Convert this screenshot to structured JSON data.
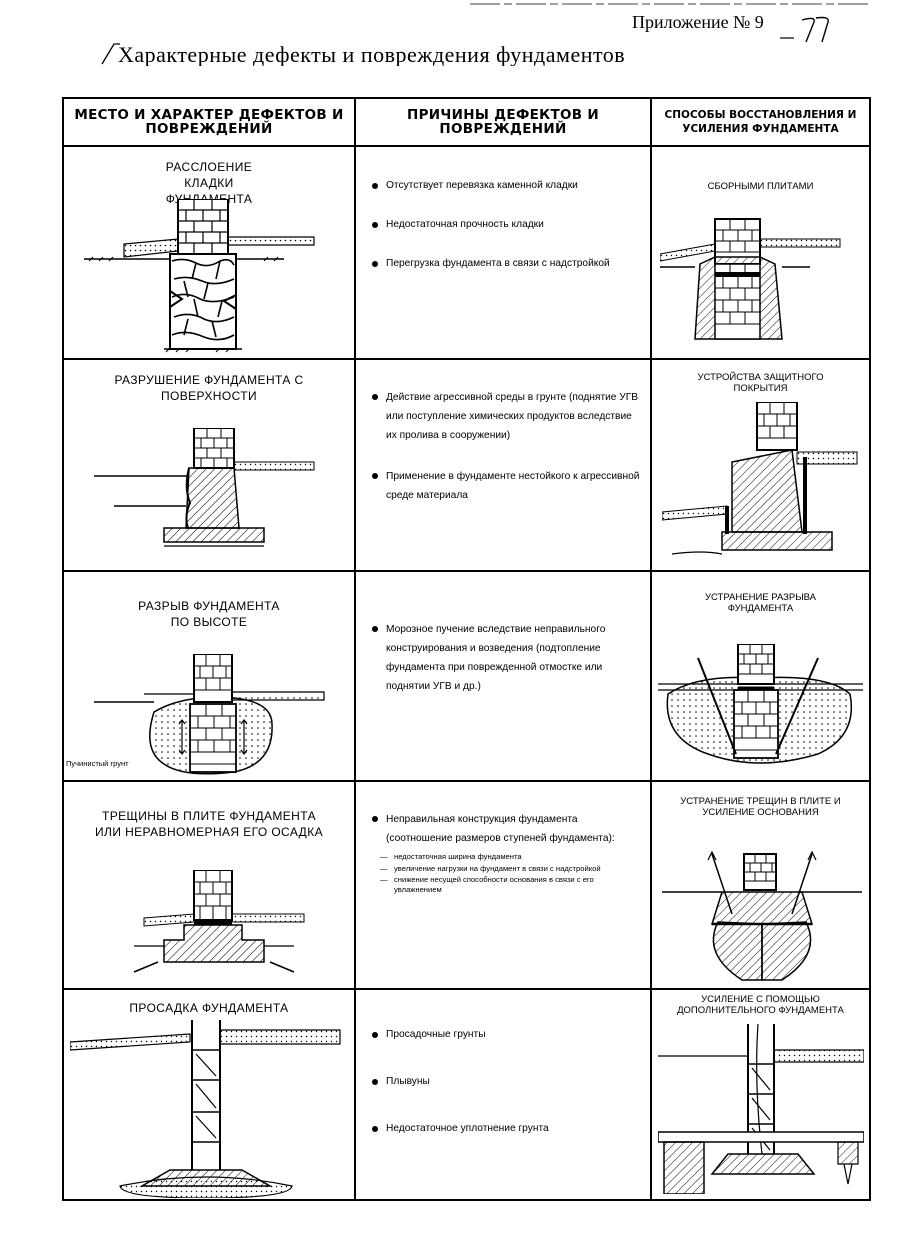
{
  "document": {
    "appendix_label": "Приложение № 9",
    "title": "Характерные дефекты и повреждения фундаментов"
  },
  "table": {
    "headers": [
      "МЕСТО И ХАРАКТЕР ДЕФЕКТОВ И ПОВРЕЖДЕНИЙ",
      "ПРИЧИНЫ ДЕФЕКТОВ И ПОВРЕЖДЕНИЙ",
      "СПОСОБЫ ВОССТАНОВЛЕНИЯ И УСИЛЕНИЯ ФУНДАМЕНТА"
    ],
    "rows": [
      {
        "defect": "РАССЛОЕНИЕ КЛАДКИ ФУНДАМЕНТА",
        "causes": [
          "Отсутствует перевязка каменной кладки",
          "Недостаточная прочность кладки",
          "Перегрузка фундамента в связи с надстройкой"
        ],
        "remedy": "СБОРНЫМИ ПЛИТАМИ"
      },
      {
        "defect": "РАЗРУШЕНИЕ ФУНДАМЕНТА С ПОВЕРХНОСТИ",
        "causes": [
          "Действие агрессивной среды в грунте (поднятие УГВ или поступление химических продуктов вследствие их пролива в сооружении)",
          "Применение в фундаменте нестойкого к агрессивной среде материала"
        ],
        "remedy": "УСТРОЙСТВА ЗАЩИТНОГО ПОКРЫТИЯ"
      },
      {
        "defect": "РАЗРЫВ ФУНДАМЕНТА ПО ВЫСОТЕ",
        "causes": [
          "Морозное пучение вследствие неправильного конструирования и возведения (подтопление фундамента при поврежденной отмостке или поднятии УГВ и др.)"
        ],
        "remedy": "УСТРАНЕНИЕ РАЗРЫВА ФУНДАМЕНТА",
        "soil_label": "Пучинистый грунт"
      },
      {
        "defect": "ТРЕЩИНЫ В ПЛИТЕ ФУНДАМЕНТА ИЛИ НЕРАВНОМЕРНАЯ ЕГО ОСАДКА",
        "causes": [
          "Неправильная конструкция фундамента (соотношение размеров ступеней фундамента):"
        ],
        "subcauses": [
          "недостаточная ширина фундамента",
          "увеличение нагрузки на фундамент в связи с надстройкой",
          "снижение несущей способности основания в связи с его увлажнением"
        ],
        "remedy": "УСТРАНЕНИЕ ТРЕЩИН В ПЛИТЕ И УСИЛЕНИЕ ОСНОВАНИЯ"
      },
      {
        "defect": "ПРОСАДКА ФУНДАМЕНТА",
        "causes": [
          "Просадочные грунты",
          "Плывуны",
          "Недостаточное уплотнение грунта"
        ],
        "remedy": "УСИЛЕНИЕ С ПОМОЩЬЮ ДОПОЛНИТЕЛЬНОГО ФУНДАМЕНТА"
      }
    ]
  }
}
